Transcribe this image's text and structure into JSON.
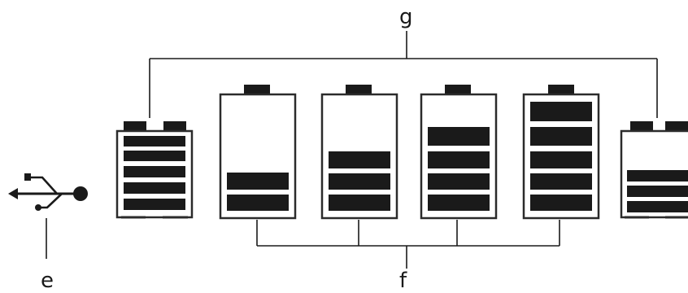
{
  "callouts": {
    "g": "g",
    "e": "e",
    "f": "f"
  },
  "icons": {
    "connector": "usb-icon",
    "battery": "battery-icon"
  },
  "batteries": [
    {
      "group": "g",
      "charge_bars": 5
    },
    {
      "group": "f",
      "charge_bars": 2
    },
    {
      "group": "f",
      "charge_bars": 3
    },
    {
      "group": "f",
      "charge_bars": 4
    },
    {
      "group": "f",
      "charge_bars": 5
    },
    {
      "group": "g",
      "charge_bars": 3
    }
  ],
  "colors": {
    "ink": "#1a1a1a",
    "outline": "#2b2b2b",
    "background": "#ffffff"
  }
}
